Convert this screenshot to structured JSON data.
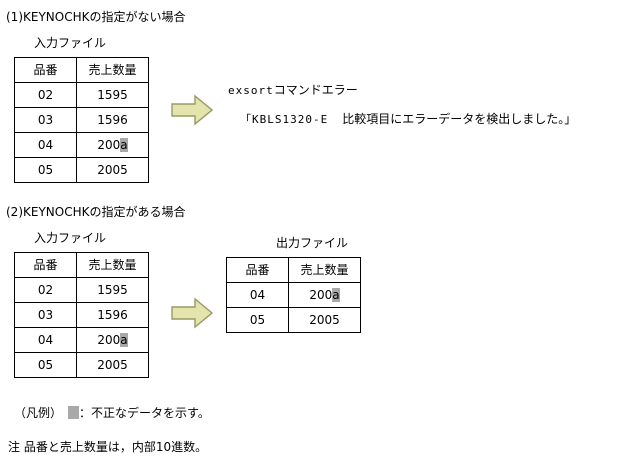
{
  "page": {
    "background": "#ffffff",
    "text_color": "#000000",
    "bad_data_color": "#a9a9a9",
    "arrow_fill": "#e4e4ad",
    "arrow_stroke": "#999966"
  },
  "section1": {
    "heading": "(1)KEYNOCHKの指定がない場合",
    "input_label": "入力ファイル",
    "table": {
      "headers": [
        "品番",
        "売上数量"
      ],
      "rows": [
        {
          "code": "02",
          "qty": "1595",
          "qty_prefix": "1595",
          "qty_bad": ""
        },
        {
          "code": "03",
          "qty": "1596",
          "qty_prefix": "1596",
          "qty_bad": ""
        },
        {
          "code": "04",
          "qty": "200a",
          "qty_prefix": "200",
          "qty_bad": "a"
        },
        {
          "code": "05",
          "qty": "2005",
          "qty_prefix": "2005",
          "qty_bad": ""
        }
      ]
    },
    "arrow": "right-arrow-icon",
    "message_title": "exsortコマンドエラー",
    "message_body": "「KBLS1320-E　比較項目にエラーデータを検出しました。」",
    "message_code": "「KBLS1320-E",
    "message_text": "比較項目にエラーデータを検出しました。」"
  },
  "section2": {
    "heading": "(2)KEYNOCHKの指定がある場合",
    "input_label": "入力ファイル",
    "output_label": "出力ファイル",
    "input_table": {
      "headers": [
        "品番",
        "売上数量"
      ],
      "rows": [
        {
          "code": "02",
          "qty": "1595",
          "qty_prefix": "1595",
          "qty_bad": ""
        },
        {
          "code": "03",
          "qty": "1596",
          "qty_prefix": "1596",
          "qty_bad": ""
        },
        {
          "code": "04",
          "qty": "200a",
          "qty_prefix": "200",
          "qty_bad": "a"
        },
        {
          "code": "05",
          "qty": "2005",
          "qty_prefix": "2005",
          "qty_bad": ""
        }
      ]
    },
    "output_table": {
      "headers": [
        "品番",
        "売上数量"
      ],
      "rows": [
        {
          "code": "04",
          "qty": "200a",
          "qty_prefix": "200",
          "qty_bad": "a"
        },
        {
          "code": "05",
          "qty": "2005",
          "qty_prefix": "2005",
          "qty_bad": ""
        }
      ]
    },
    "arrow": "right-arrow-icon"
  },
  "footer": {
    "legend_prefix": "（凡例）",
    "legend_text": "：不正なデータを示す。",
    "note": "注 品番と売上数量は，内部10進数。"
  }
}
